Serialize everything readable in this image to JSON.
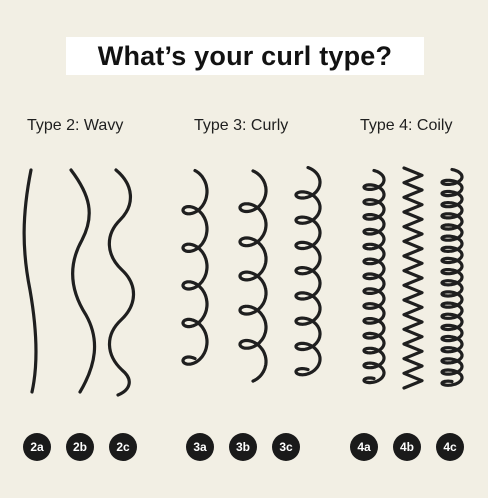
{
  "title": "What’s your curl type?",
  "groups": [
    {
      "label": "Type 2: Wavy"
    },
    {
      "label": "Type 3: Curly"
    },
    {
      "label": "Type 4: Coily"
    }
  ],
  "types": [
    {
      "code": "2a",
      "pattern": "wave"
    },
    {
      "code": "2b",
      "pattern": "wave"
    },
    {
      "code": "2c",
      "pattern": "wave"
    },
    {
      "code": "3a",
      "pattern": "loop"
    },
    {
      "code": "3b",
      "pattern": "loop"
    },
    {
      "code": "3c",
      "pattern": "loop"
    },
    {
      "code": "4a",
      "pattern": "coil"
    },
    {
      "code": "4b",
      "pattern": "zigzag"
    },
    {
      "code": "4c",
      "pattern": "coil"
    }
  ],
  "colors": {
    "background": "#f2efe4",
    "strand": "#1f1f1f",
    "badge": "#1a1a1a",
    "badge_text": "#ffffff"
  }
}
